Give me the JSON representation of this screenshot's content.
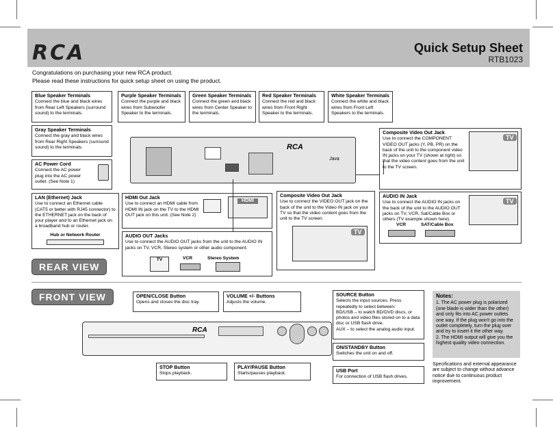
{
  "header": {
    "brand": "RCA",
    "title": "Quick Setup Sheet",
    "model": "RTB1023"
  },
  "intro": {
    "line1": "Congratulations on purchasing your new RCA product.",
    "line2": "Please read these instructions for quick setup sheet on using the product."
  },
  "sections": {
    "rear": "REAR VIEW",
    "front": "FRONT VIEW"
  },
  "callouts": {
    "blue": {
      "title": "Blue Speaker Terminals",
      "text": "Connect the blue and black wires from Rear Left Speakers (surround sound) to the terminals."
    },
    "purple": {
      "title": "Purple Speaker Terminals",
      "text": "Connect the purple and black wires from Subwoofer Speaker to the terminals."
    },
    "green": {
      "title": "Green Speaker Terminals",
      "text": "Connect the green and black wires from Center Speaker to the terminals."
    },
    "red": {
      "title": "Red Speaker Terminals",
      "text": "Connect the red and black wires from Front Right Speaker to the terminals."
    },
    "white": {
      "title": "White Speaker Terminals",
      "text": "Connect the white and black wires from Front Left Speakers to the terminals."
    },
    "gray": {
      "title": "Gray Speaker Terminals",
      "text": "Connect the gray and black wires from Rear Right Speakers (surround sound) to the terminals."
    },
    "ac": {
      "title": "AC Power Cord",
      "text": "Connect the AC power plug into the AC power outlet. (See Note 1)"
    },
    "lan": {
      "title": "LAN (Ethernet) Jack",
      "text": "Use to connect an Ethernet cable (CAT5 or better with RJ45 connector) to the ETHERNET jack on the back of your player and to an Ethernet jack on a broadband hub or router.",
      "hub": "Hub or Network Router"
    },
    "hdmi": {
      "title": "HDMI Out Jack",
      "text": "Use to connect an HDMI cable from HDMI IN jack on the TV to the HDMI OUT jack on this unit. (See Note 2)",
      "badge": "HDMI"
    },
    "audio_out": {
      "title": "AUDIO OUT Jacks",
      "text": "Use to connect the AUDIO OUT jacks from the unit to the AUDIO IN jacks on TV, VCR, Stereo system or other audio component.",
      "tv": "TV",
      "vcr": "VCR",
      "stereo": "Stereo System"
    },
    "composite_mid": {
      "title": "Composite Video Out Jack",
      "text": "Use to connect the VIDEO OUT jack on the back of the unit to the Video IN jack on your TV so that the video content goes from the unit to the TV screen.",
      "tv": "TV"
    },
    "composite_right": {
      "title": "Composite Video Out Jack",
      "text": "Use to connect the COMPONENT VIDEO OUT jacks (Y, PB, PR) on the back of the unit to the component video IN jacks on your TV (shown at right) so that the video content goes from the unit to the TV screen.",
      "tv": "TV"
    },
    "audio_in": {
      "title": "AUDIO IN Jack",
      "text": "Use to connect the AUDIO IN jacks on the back of the unit to the AUDIO OUT jacks on TV, VCR, Sat/Cable Box or others (TV example shown here).",
      "tv": "TV",
      "vcr": "VCR",
      "sat": "SAT/Cable Box"
    },
    "open_close": {
      "title": "OPEN/CLOSE Button",
      "text": "Opens and closes the disc tray."
    },
    "volume": {
      "title": "VOLUME +/- Buttons",
      "text": "Adjusts the volume."
    },
    "source": {
      "title": "SOURCE Button",
      "text": "Selects the input sources. Press repeatedly to select between:",
      "items": [
        "BD/USB – to watch BD/DVD discs, or photos and video files stored on to a data disc or USB flash drive.",
        "AUX – to select the analog audio input."
      ]
    },
    "standby": {
      "title": "ON/STANDBY Button",
      "text": "Switches the unit on and off."
    },
    "stop": {
      "title": "STOP Button",
      "text": "Stops playback."
    },
    "play": {
      "title": "PLAY/PAUSE Button",
      "text": "Starts/pauses playback."
    },
    "usb": {
      "title": "USB Port",
      "text": "For connection of USB flash drives."
    }
  },
  "panel": {
    "brand": "RCA",
    "java": "Java"
  },
  "notes": {
    "title": "Notes:",
    "items": [
      "1. The AC power plug is polarized (one blade is wider than the other) and only fits into AC power outlets one way. If the plug won't go into the outlet completely, turn the plug over and try to insert it the other way.",
      "2. The HDMI output will give you the highest quality video connection."
    ]
  },
  "spec": "Specifications and external appearance are subject to change without advance notice due to continuous product improvement."
}
